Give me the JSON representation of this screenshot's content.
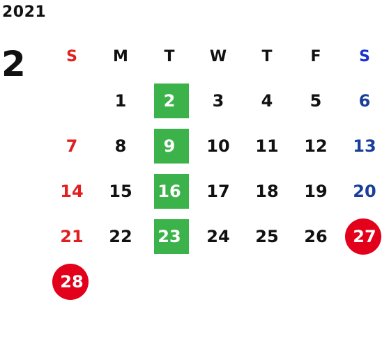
{
  "calendar": {
    "year": "2021",
    "month": "2",
    "weekdays": [
      "S",
      "M",
      "T",
      "W",
      "T",
      "F",
      "S"
    ],
    "weeks": [
      [
        "",
        "1",
        "2",
        "3",
        "4",
        "5",
        "6"
      ],
      [
        "7",
        "8",
        "9",
        "10",
        "11",
        "12",
        "13"
      ],
      [
        "14",
        "15",
        "16",
        "17",
        "18",
        "19",
        "20"
      ],
      [
        "21",
        "22",
        "23",
        "24",
        "25",
        "26",
        "27"
      ],
      [
        "28",
        "",
        "",
        "",
        "",
        "",
        ""
      ]
    ],
    "colors": {
      "sunday": "#e02020",
      "saturday": "#1a3f9a",
      "box_highlight": "#3cb34a",
      "circle_highlight": "#e2001b"
    }
  }
}
